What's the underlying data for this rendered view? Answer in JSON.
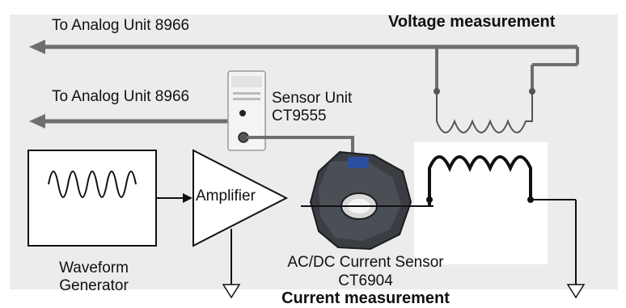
{
  "labels": {
    "voltage_heading": "Voltage measurement",
    "to_analog_top": "To Analog Unit 8966",
    "to_analog_mid": "To Analog Unit 8966",
    "sensor_unit_line1": "Sensor Unit",
    "sensor_unit_line2": "CT9555",
    "amplifier": "Amplifier",
    "waveform_line1": "Waveform",
    "waveform_line2": "Generator",
    "current_sensor_line1": "AC/DC Current Sensor",
    "current_sensor_line2": "CT6904",
    "current_heading": "Current measurement"
  },
  "colors": {
    "background_panel": "#ececec",
    "wire": "#6e6e6e",
    "black_wire": "#111111",
    "sensor_body": "#3a3d42"
  }
}
